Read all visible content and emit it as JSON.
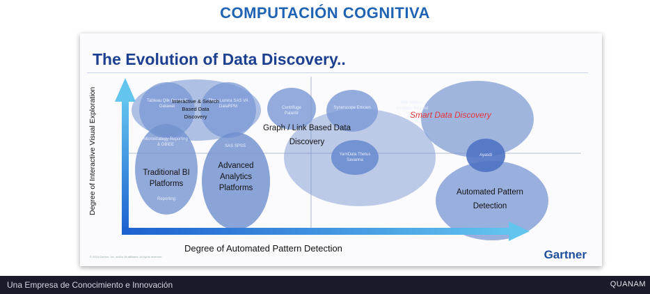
{
  "page_title": "COMPUTACIÓN COGNITIVA",
  "slide": {
    "heading": "The Evolution of Data Discovery..",
    "y_axis_label": "Degree of Interactive Visual Exploration",
    "x_axis_label": "Degree of Automated Pattern Detection",
    "brand": "Gartner",
    "copyright": "© 2014 Gartner, Inc. and/or its affiliates. All rights reserved."
  },
  "groups": {
    "interactive": "Interactive & Search Based Data Discovery",
    "traditional": "Traditional BI Platforms",
    "advanced": "Advanced Analytics Platforms",
    "graph": "Graph / Link Based Data Discovery",
    "smart": "Smart Data Discovery",
    "automated": "Automated Pattern Detection"
  },
  "vendors": {
    "tableau": "Tableau Qlik Oracle E Datawat",
    "tibco": "Tibco Lumira SAS VA DataRPM",
    "microstrategy": "Microstrategy Reporting & OBIEE",
    "reporting": "Reporting",
    "sas": "SAS SPSS",
    "centrifuge": "Centrifuge Palantir",
    "synerscope": "Synerscope Emcien",
    "yarddata": "YarnData Thetus Savanna",
    "ibm": "IBM Watson Analytics Beyond",
    "ayasdi": "Ayasdi"
  },
  "footer": {
    "tagline": "Una Empresa de Conocimiento e Innovación",
    "company": "QUANAM"
  },
  "colors": {
    "title": "#1f63b4",
    "bubble": "#6f8fce",
    "smart_label": "#e3333a",
    "footer_bg": "#1a1a2a"
  }
}
